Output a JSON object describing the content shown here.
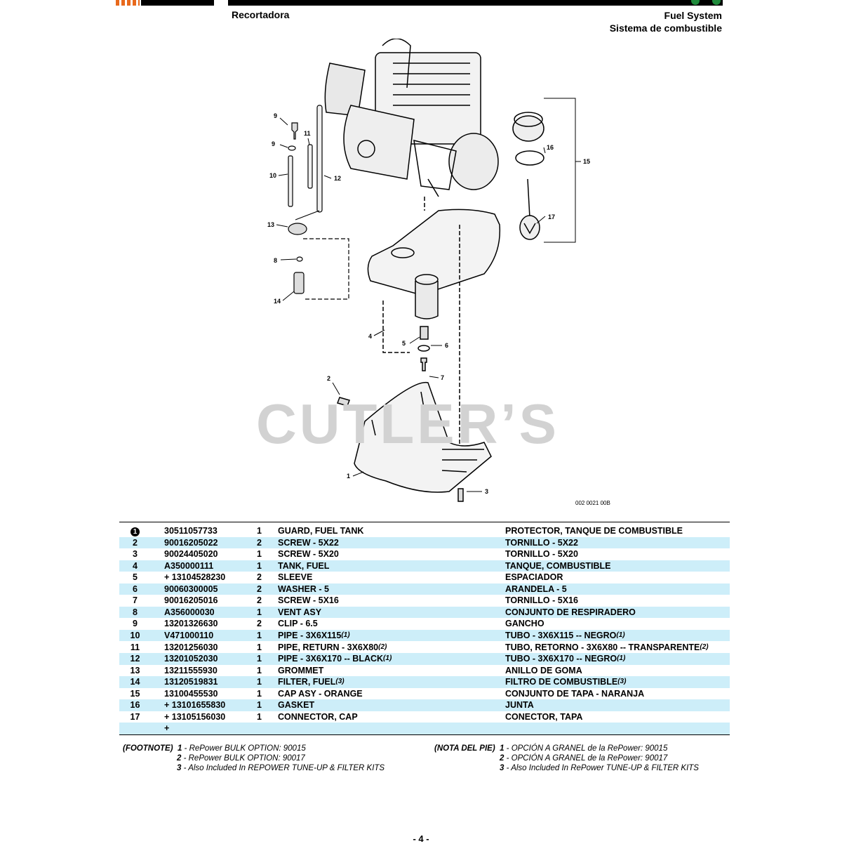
{
  "header": {
    "left_title": "Recortadora",
    "right_title_en": "Fuel System",
    "right_title_es": "Sistema de combustible"
  },
  "watermark": "CUTLER’S",
  "diagram": {
    "code": "002 0021 00B",
    "callouts": [
      "1",
      "2",
      "3",
      "4",
      "5",
      "6",
      "7",
      "8",
      "9",
      "9",
      "10",
      "11",
      "12",
      "13",
      "14",
      "15",
      "16",
      "17"
    ]
  },
  "parts": [
    {
      "ref": "1",
      "pn": "30511057733",
      "qty": "1",
      "en": "GUARD, FUEL TANK",
      "es": "PROTECTOR, TANQUE DE COMBUSTIBLE"
    },
    {
      "ref": "2",
      "pn": "90016205022",
      "qty": "2",
      "en": "SCREW - 5X22",
      "es": "TORNILLO - 5X22"
    },
    {
      "ref": "3",
      "pn": "90024405020",
      "qty": "1",
      "en": "SCREW - 5X20",
      "es": "TORNILLO - 5X20"
    },
    {
      "ref": "4",
      "pn": "A350000111",
      "qty": "1",
      "en": "TANK, FUEL",
      "es": "TANQUE, COMBUSTIBLE"
    },
    {
      "ref": "5",
      "pn": "+ 13104528230",
      "qty": "2",
      "en": "SLEEVE",
      "es": "ESPACIADOR"
    },
    {
      "ref": "6",
      "pn": "90060300005",
      "qty": "2",
      "en": "WASHER - 5",
      "es": "ARANDELA - 5"
    },
    {
      "ref": "7",
      "pn": "90016205016",
      "qty": "2",
      "en": "SCREW - 5X16",
      "es": "TORNILLO - 5X16"
    },
    {
      "ref": "8",
      "pn": "A356000030",
      "qty": "1",
      "en": "VENT ASY",
      "es": "CONJUNTO DE RESPIRADERO"
    },
    {
      "ref": "9",
      "pn": "13201326630",
      "qty": "2",
      "en": "CLIP - 6.5",
      "es": "GANCHO"
    },
    {
      "ref": "10",
      "pn": "V471000110",
      "qty": "1",
      "en": "PIPE - 3X6X115",
      "en_fn": "(1)",
      "es": "TUBO - 3X6X115 -- NEGRO",
      "es_fn": "(1)"
    },
    {
      "ref": "11",
      "pn": "13201256030",
      "qty": "1",
      "en": "PIPE, RETURN - 3X6X80",
      "en_fn": "(2)",
      "es": "TUBO, RETORNO - 3X6X80 -- TRANSPARENTE",
      "es_fn": "(2)"
    },
    {
      "ref": "12",
      "pn": "13201052030",
      "qty": "1",
      "en": "PIPE - 3X6X170 -- BLACK",
      "en_fn": "(1)",
      "es": "TUBO - 3X6X170 -- NEGRO",
      "es_fn": "(1)"
    },
    {
      "ref": "13",
      "pn": "13211555930",
      "qty": "1",
      "en": "GROMMET",
      "es": "ANILLO DE GOMA"
    },
    {
      "ref": "14",
      "pn": "13120519831",
      "qty": "1",
      "en": "FILTER, FUEL",
      "en_fn": "(3)",
      "es": "FILTRO DE COMBUSTIBLE",
      "es_fn": "(3)"
    },
    {
      "ref": "15",
      "pn": "13100455530",
      "qty": "1",
      "en": "CAP ASY - ORANGE",
      "es": "CONJUNTO DE TAPA - NARANJA"
    },
    {
      "ref": "16",
      "pn": "+ 13101655830",
      "qty": "1",
      "en": "GASKET",
      "es": "JUNTA"
    },
    {
      "ref": "17",
      "pn": "+ 13105156030",
      "qty": "1",
      "en": "CONNECTOR, CAP",
      "es": "CONECTOR, TAPA"
    },
    {
      "ref": "",
      "pn": "+",
      "qty": "",
      "en": "",
      "es": ""
    }
  ],
  "footnotes": {
    "en_label": "(FOOTNOTE)",
    "es_label": "(NOTA DEL PIE)",
    "en": [
      {
        "num": "1",
        "text": " - RePower BULK OPTION: 90015"
      },
      {
        "num": "2",
        "text": " - RePower BULK OPTION: 90017"
      },
      {
        "num": "3",
        "text": " - Also Included In REPOWER TUNE-UP & FILTER KITS"
      }
    ],
    "es": [
      {
        "num": "1",
        "text": " - OPCIÓN A GRANEL de la RePower: 90015"
      },
      {
        "num": "2",
        "text": " - OPCIÓN A GRANEL de la RePower: 90017"
      },
      {
        "num": "3",
        "text": " - Also Included In RePower TUNE-UP & FILTER KITS"
      }
    ]
  },
  "page_number": "- 4 -",
  "colors": {
    "row_highlight": "#cdeef9",
    "logo_orange": "#e8691c",
    "corner_green": "#1f8a3b"
  }
}
